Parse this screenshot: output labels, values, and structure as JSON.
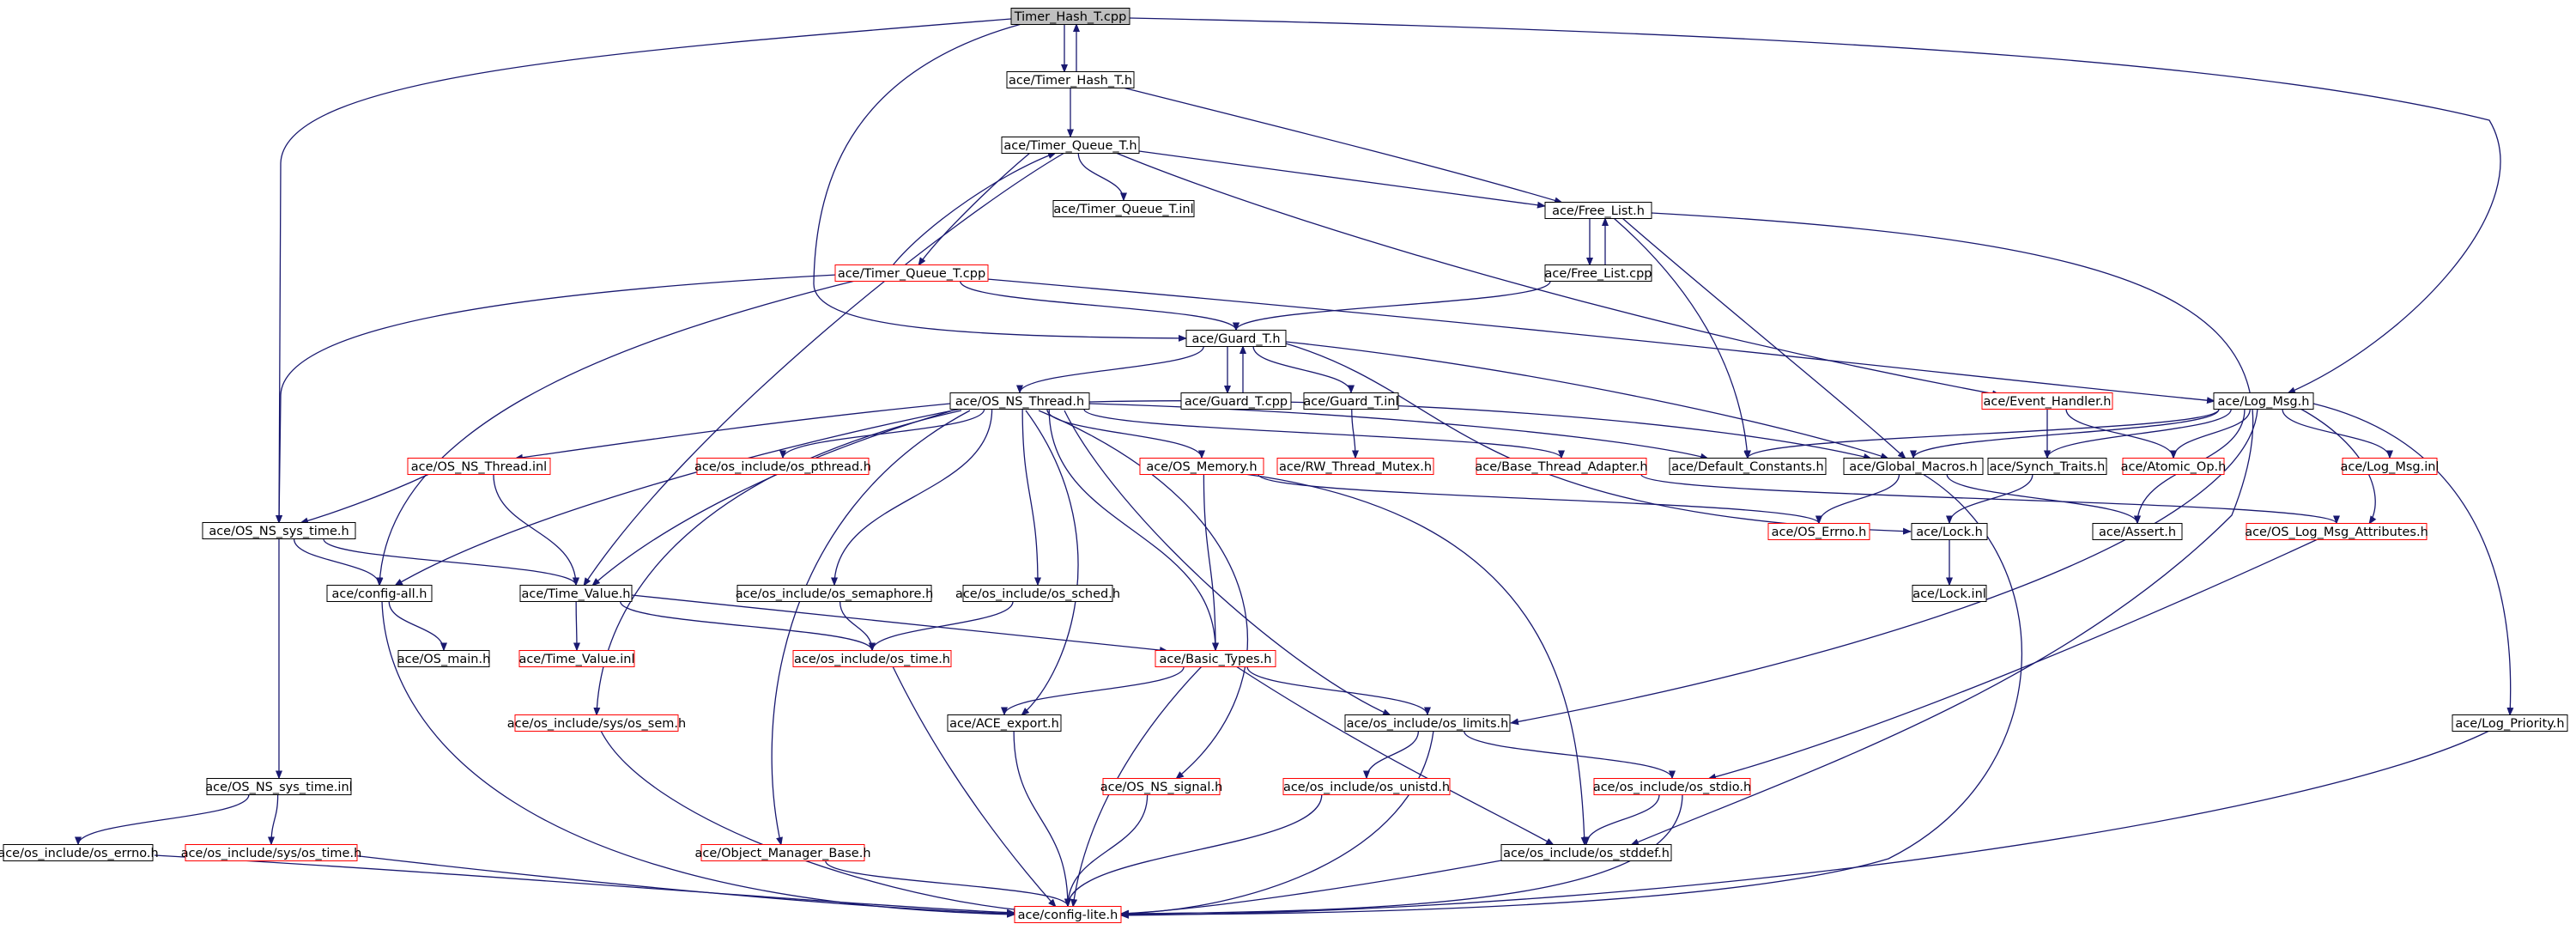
{
  "colors": {
    "edge": "#191970",
    "root_fill": "#bfbfbf",
    "node_border": "#000000",
    "missing_border": "#ff0000",
    "missing_text": "#ff0000",
    "text": "#000000"
  },
  "nodes": [
    {
      "id": "timer_hash_t_cpp",
      "label": "Timer_Hash_T.cpp",
      "root": true
    },
    {
      "id": "timer_hash_t_h",
      "label": "ace/Timer_Hash_T.h"
    },
    {
      "id": "timer_queue_t_h",
      "label": "ace/Timer_Queue_T.h"
    },
    {
      "id": "timer_queue_t_inl",
      "label": "ace/Timer_Queue_T.inl"
    },
    {
      "id": "free_list_h",
      "label": "ace/Free_List.h"
    },
    {
      "id": "timer_queue_t_cpp",
      "label": "ace/Timer_Queue_T.cpp",
      "red": true
    },
    {
      "id": "free_list_cpp",
      "label": "ace/Free_List.cpp"
    },
    {
      "id": "guard_t_h",
      "label": "ace/Guard_T.h"
    },
    {
      "id": "os_ns_thread_h",
      "label": "ace/OS_NS_Thread.h"
    },
    {
      "id": "guard_t_cpp",
      "label": "ace/Guard_T.cpp"
    },
    {
      "id": "guard_t_inl",
      "label": "ace/Guard_T.inl"
    },
    {
      "id": "event_handler_h",
      "label": "ace/Event_Handler.h",
      "red": true
    },
    {
      "id": "log_msg_h",
      "label": "ace/Log_Msg.h"
    },
    {
      "id": "os_ns_thread_inl",
      "label": "ace/OS_NS_Thread.inl",
      "red": true
    },
    {
      "id": "os_pthread_h",
      "label": "ace/os_include/os_pthread.h",
      "red": true
    },
    {
      "id": "os_memory_h",
      "label": "ace/OS_Memory.h",
      "red": true
    },
    {
      "id": "rw_thread_mutex_h",
      "label": "ace/RW_Thread_Mutex.h",
      "red": true
    },
    {
      "id": "base_thread_adapter_h",
      "label": "ace/Base_Thread_Adapter.h",
      "red": true
    },
    {
      "id": "default_constants_h",
      "label": "ace/Default_Constants.h"
    },
    {
      "id": "global_macros_h",
      "label": "ace/Global_Macros.h"
    },
    {
      "id": "synch_traits_h",
      "label": "ace/Synch_Traits.h"
    },
    {
      "id": "atomic_op_h",
      "label": "ace/Atomic_Op.h",
      "red": true
    },
    {
      "id": "log_msg_inl",
      "label": "ace/Log_Msg.inl",
      "red": true
    },
    {
      "id": "os_ns_sys_time_h",
      "label": "ace/OS_NS_sys_time.h"
    },
    {
      "id": "os_errno_h",
      "label": "ace/OS_Errno.h",
      "red": true
    },
    {
      "id": "lock_h",
      "label": "ace/Lock.h"
    },
    {
      "id": "assert_h",
      "label": "ace/Assert.h"
    },
    {
      "id": "os_log_msg_attributes_h",
      "label": "ace/OS_Log_Msg_Attributes.h",
      "red": true
    },
    {
      "id": "config_all_h",
      "label": "ace/config-all.h"
    },
    {
      "id": "time_value_h",
      "label": "ace/Time_Value.h"
    },
    {
      "id": "os_semaphore_h",
      "label": "ace/os_include/os_semaphore.h"
    },
    {
      "id": "os_sched_h",
      "label": "ace/os_include/os_sched.h"
    },
    {
      "id": "lock_inl",
      "label": "ace/Lock.inl"
    },
    {
      "id": "os_main_h",
      "label": "ace/OS_main.h"
    },
    {
      "id": "time_value_inl",
      "label": "ace/Time_Value.inl",
      "red": true
    },
    {
      "id": "os_time_h",
      "label": "ace/os_include/os_time.h",
      "red": true
    },
    {
      "id": "basic_types_h",
      "label": "ace/Basic_Types.h",
      "red": true
    },
    {
      "id": "os_sys_sem_h",
      "label": "ace/os_include/sys/os_sem.h",
      "red": true
    },
    {
      "id": "ace_export_h",
      "label": "ace/ACE_export.h"
    },
    {
      "id": "os_limits_h",
      "label": "ace/os_include/os_limits.h"
    },
    {
      "id": "log_priority_h",
      "label": "ace/Log_Priority.h"
    },
    {
      "id": "os_ns_sys_time_inl",
      "label": "ace/OS_NS_sys_time.inl"
    },
    {
      "id": "os_ns_signal_h",
      "label": "ace/OS_NS_signal.h",
      "red": true
    },
    {
      "id": "os_unistd_h",
      "label": "ace/os_include/os_unistd.h",
      "red": true
    },
    {
      "id": "os_stdio_h",
      "label": "ace/os_include/os_stdio.h",
      "red": true
    },
    {
      "id": "os_errno_inc_h",
      "label": "ace/os_include/os_errno.h"
    },
    {
      "id": "os_sys_time_h",
      "label": "ace/os_include/sys/os_time.h",
      "red": true
    },
    {
      "id": "object_manager_base_h",
      "label": "ace/Object_Manager_Base.h",
      "red": true
    },
    {
      "id": "os_stddef_h",
      "label": "ace/os_include/os_stddef.h"
    },
    {
      "id": "config_lite_h",
      "label": "ace/config-lite.h",
      "red": true
    }
  ],
  "edges": [
    [
      "timer_hash_t_cpp",
      "timer_hash_t_h"
    ],
    [
      "timer_hash_t_h",
      "timer_hash_t_cpp"
    ],
    [
      "timer_hash_t_cpp",
      "os_ns_sys_time_h"
    ],
    [
      "timer_hash_t_cpp",
      "guard_t_h"
    ],
    [
      "timer_hash_t_cpp",
      "log_msg_h"
    ],
    [
      "timer_hash_t_h",
      "timer_queue_t_h"
    ],
    [
      "timer_hash_t_h",
      "free_list_h"
    ],
    [
      "timer_queue_t_h",
      "timer_queue_t_inl"
    ],
    [
      "timer_queue_t_h",
      "free_list_h"
    ],
    [
      "timer_queue_t_h",
      "timer_queue_t_cpp"
    ],
    [
      "timer_queue_t_cpp",
      "timer_queue_t_h"
    ],
    [
      "timer_queue_t_h",
      "event_handler_h"
    ],
    [
      "timer_queue_t_cpp",
      "os_ns_sys_time_h"
    ],
    [
      "timer_queue_t_cpp",
      "config_all_h"
    ],
    [
      "timer_queue_t_cpp",
      "guard_t_h"
    ],
    [
      "timer_queue_t_cpp",
      "log_msg_h"
    ],
    [
      "free_list_h",
      "free_list_cpp"
    ],
    [
      "free_list_cpp",
      "free_list_h"
    ],
    [
      "free_list_h",
      "default_constants_h"
    ],
    [
      "free_list_h",
      "global_macros_h"
    ],
    [
      "free_list_h",
      "os_stddef_h"
    ],
    [
      "free_list_cpp",
      "guard_t_h"
    ],
    [
      "guard_t_h",
      "guard_t_cpp"
    ],
    [
      "guard_t_cpp",
      "guard_t_h"
    ],
    [
      "guard_t_h",
      "guard_t_inl"
    ],
    [
      "guard_t_h",
      "os_ns_thread_h"
    ],
    [
      "guard_t_h",
      "global_macros_h"
    ],
    [
      "guard_t_h",
      "lock_h"
    ],
    [
      "guard_t_inl",
      "rw_thread_mutex_h"
    ],
    [
      "event_handler_h",
      "synch_traits_h"
    ],
    [
      "event_handler_h",
      "atomic_op_h"
    ],
    [
      "log_msg_h",
      "default_constants_h"
    ],
    [
      "log_msg_h",
      "global_macros_h"
    ],
    [
      "log_msg_h",
      "synch_traits_h"
    ],
    [
      "log_msg_h",
      "atomic_op_h"
    ],
    [
      "log_msg_h",
      "log_msg_inl"
    ],
    [
      "log_msg_h",
      "assert_h"
    ],
    [
      "log_msg_h",
      "os_log_msg_attributes_h"
    ],
    [
      "log_msg_h",
      "log_priority_h"
    ],
    [
      "log_msg_h",
      "os_limits_h"
    ],
    [
      "os_ns_thread_h",
      "os_ns_thread_inl"
    ],
    [
      "os_ns_thread_h",
      "os_pthread_h"
    ],
    [
      "os_ns_thread_h",
      "os_memory_h"
    ],
    [
      "os_ns_thread_h",
      "base_thread_adapter_h"
    ],
    [
      "os_ns_thread_h",
      "default_constants_h"
    ],
    [
      "os_ns_thread_h",
      "global_macros_h"
    ],
    [
      "os_ns_thread_h",
      "config_all_h"
    ],
    [
      "os_ns_thread_h",
      "time_value_h"
    ],
    [
      "os_ns_thread_h",
      "os_semaphore_h"
    ],
    [
      "os_ns_thread_h",
      "os_sched_h"
    ],
    [
      "os_ns_thread_h",
      "os_sys_sem_h"
    ],
    [
      "os_ns_thread_h",
      "object_manager_base_h"
    ],
    [
      "os_ns_thread_h",
      "ace_export_h"
    ],
    [
      "os_ns_thread_h",
      "basic_types_h"
    ],
    [
      "os_ns_thread_h",
      "os_ns_signal_h"
    ],
    [
      "os_ns_thread_h",
      "os_limits_h"
    ],
    [
      "os_ns_thread_inl",
      "os_ns_sys_time_h"
    ],
    [
      "os_ns_thread_inl",
      "time_value_h"
    ],
    [
      "os_memory_h",
      "os_errno_h"
    ],
    [
      "os_memory_h",
      "basic_types_h"
    ],
    [
      "os_memory_h",
      "os_stddef_h"
    ],
    [
      "base_thread_adapter_h",
      "os_log_msg_attributes_h"
    ],
    [
      "global_macros_h",
      "os_errno_h"
    ],
    [
      "global_macros_h",
      "assert_h"
    ],
    [
      "global_macros_h",
      "config_lite_h"
    ],
    [
      "synch_traits_h",
      "lock_h"
    ],
    [
      "lock_h",
      "lock_inl"
    ],
    [
      "os_log_msg_attributes_h",
      "os_stdio_h"
    ],
    [
      "os_ns_sys_time_h",
      "config_all_h"
    ],
    [
      "os_ns_sys_time_h",
      "time_value_h"
    ],
    [
      "os_ns_sys_time_h",
      "os_ns_sys_time_inl"
    ],
    [
      "config_all_h",
      "os_main_h"
    ],
    [
      "config_all_h",
      "config_lite_h"
    ],
    [
      "time_value_h",
      "time_value_inl"
    ],
    [
      "time_value_h",
      "os_time_h"
    ],
    [
      "time_value_h",
      "basic_types_h"
    ],
    [
      "os_semaphore_h",
      "os_time_h"
    ],
    [
      "os_sched_h",
      "os_time_h"
    ],
    [
      "os_time_h",
      "config_lite_h"
    ],
    [
      "basic_types_h",
      "ace_export_h"
    ],
    [
      "basic_types_h",
      "os_limits_h"
    ],
    [
      "basic_types_h",
      "os_stddef_h"
    ],
    [
      "basic_types_h",
      "config_lite_h"
    ],
    [
      "os_sys_sem_h",
      "config_lite_h"
    ],
    [
      "ace_export_h",
      "config_lite_h"
    ],
    [
      "os_limits_h",
      "os_unistd_h"
    ],
    [
      "os_limits_h",
      "os_stdio_h"
    ],
    [
      "os_limits_h",
      "config_lite_h"
    ],
    [
      "log_priority_h",
      "config_lite_h"
    ],
    [
      "os_ns_sys_time_inl",
      "os_errno_inc_h"
    ],
    [
      "os_ns_sys_time_inl",
      "os_sys_time_h"
    ],
    [
      "os_ns_signal_h",
      "config_lite_h"
    ],
    [
      "os_unistd_h",
      "config_lite_h"
    ],
    [
      "os_stdio_h",
      "os_stddef_h"
    ],
    [
      "os_stdio_h",
      "config_lite_h"
    ],
    [
      "os_errno_inc_h",
      "config_lite_h"
    ],
    [
      "os_sys_time_h",
      "config_lite_h"
    ],
    [
      "object_manager_base_h",
      "config_lite_h"
    ],
    [
      "os_stddef_h",
      "config_lite_h"
    ],
    [
      "timer_queue_t_h",
      "time_value_h"
    ],
    [
      "free_list_h",
      "global_macros_h"
    ]
  ]
}
